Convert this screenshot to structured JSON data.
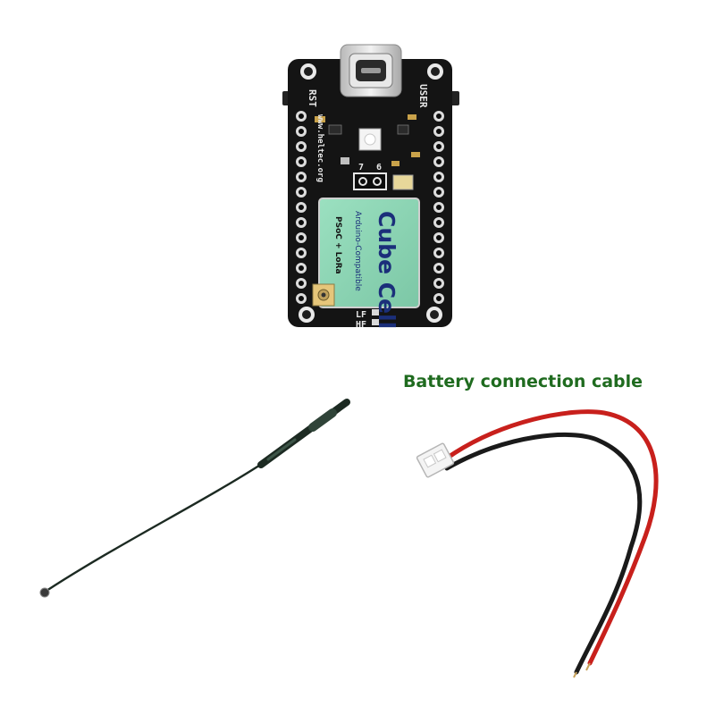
{
  "board": {
    "rst_label": "RST",
    "user_label": "USER",
    "url_label": "www.heltec.org",
    "pin7_label": "7",
    "pin6_label": "6",
    "lf_label": "LF",
    "hf_label": "HF",
    "brand_label": "Cube Cell",
    "subtitle_label": "Arduino-Compatible",
    "chip_label": "PSoC + LoRa",
    "module_color": "#8fd3b4",
    "pcb_color": "#141414"
  },
  "cable": {
    "caption": "Battery connection cable",
    "caption_color": "#1f6b1f",
    "red_wire_color": "#c8201c",
    "black_wire_color": "#1a1a1a"
  },
  "antenna": {
    "color": "#1c2a22"
  }
}
